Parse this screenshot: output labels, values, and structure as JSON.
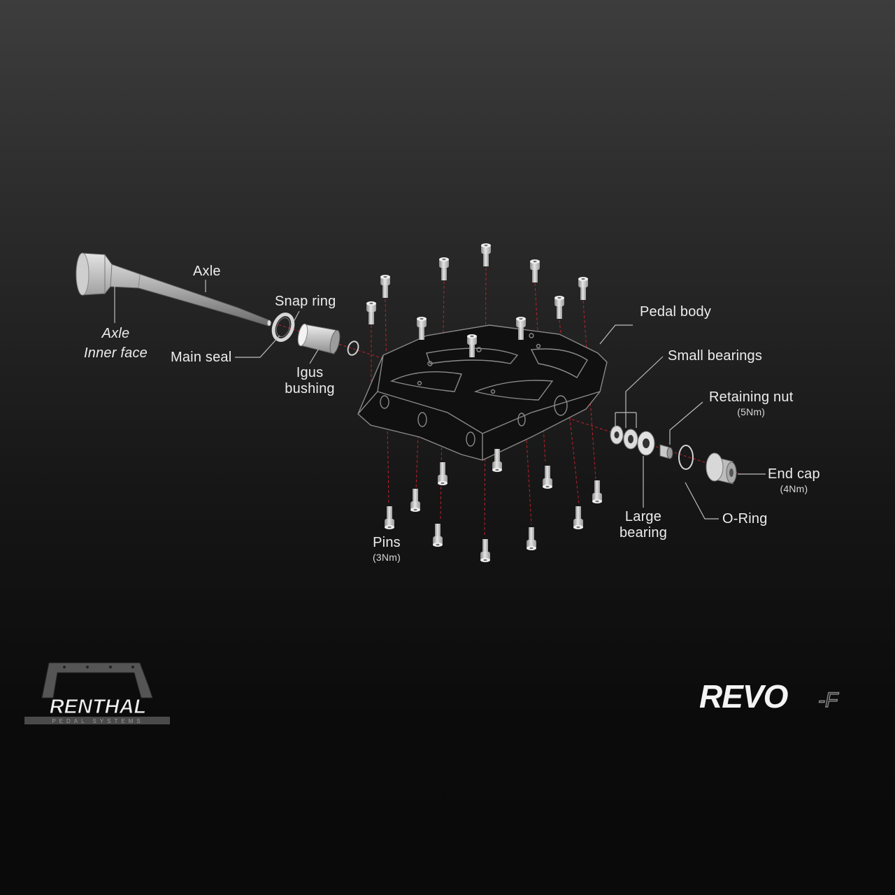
{
  "labels": {
    "axle": "Axle",
    "axle_inner_face_1": "Axle",
    "axle_inner_face_2": "Inner face",
    "main_seal": "Main seal",
    "snap_ring": "Snap ring",
    "igus_bushing_1": "Igus",
    "igus_bushing_2": "bushing",
    "pedal_body": "Pedal body",
    "small_bearings": "Small bearings",
    "retaining_nut": "Retaining nut",
    "retaining_nut_torque": "(5Nm)",
    "end_cap": "End cap",
    "end_cap_torque": "(4Nm)",
    "o_ring": "O-Ring",
    "large_bearing_1": "Large",
    "large_bearing_2": "bearing",
    "pins": "Pins",
    "pins_torque": "(3Nm)"
  },
  "logos": {
    "renthal": "RENTHAL",
    "renthal_sub": "PEDAL SYSTEMS",
    "revo": "REVO",
    "revo_suffix": "-F"
  },
  "colors": {
    "guide_line": "#c0202a",
    "part": "#cfcfcf",
    "leader": "#bdbdbd"
  }
}
